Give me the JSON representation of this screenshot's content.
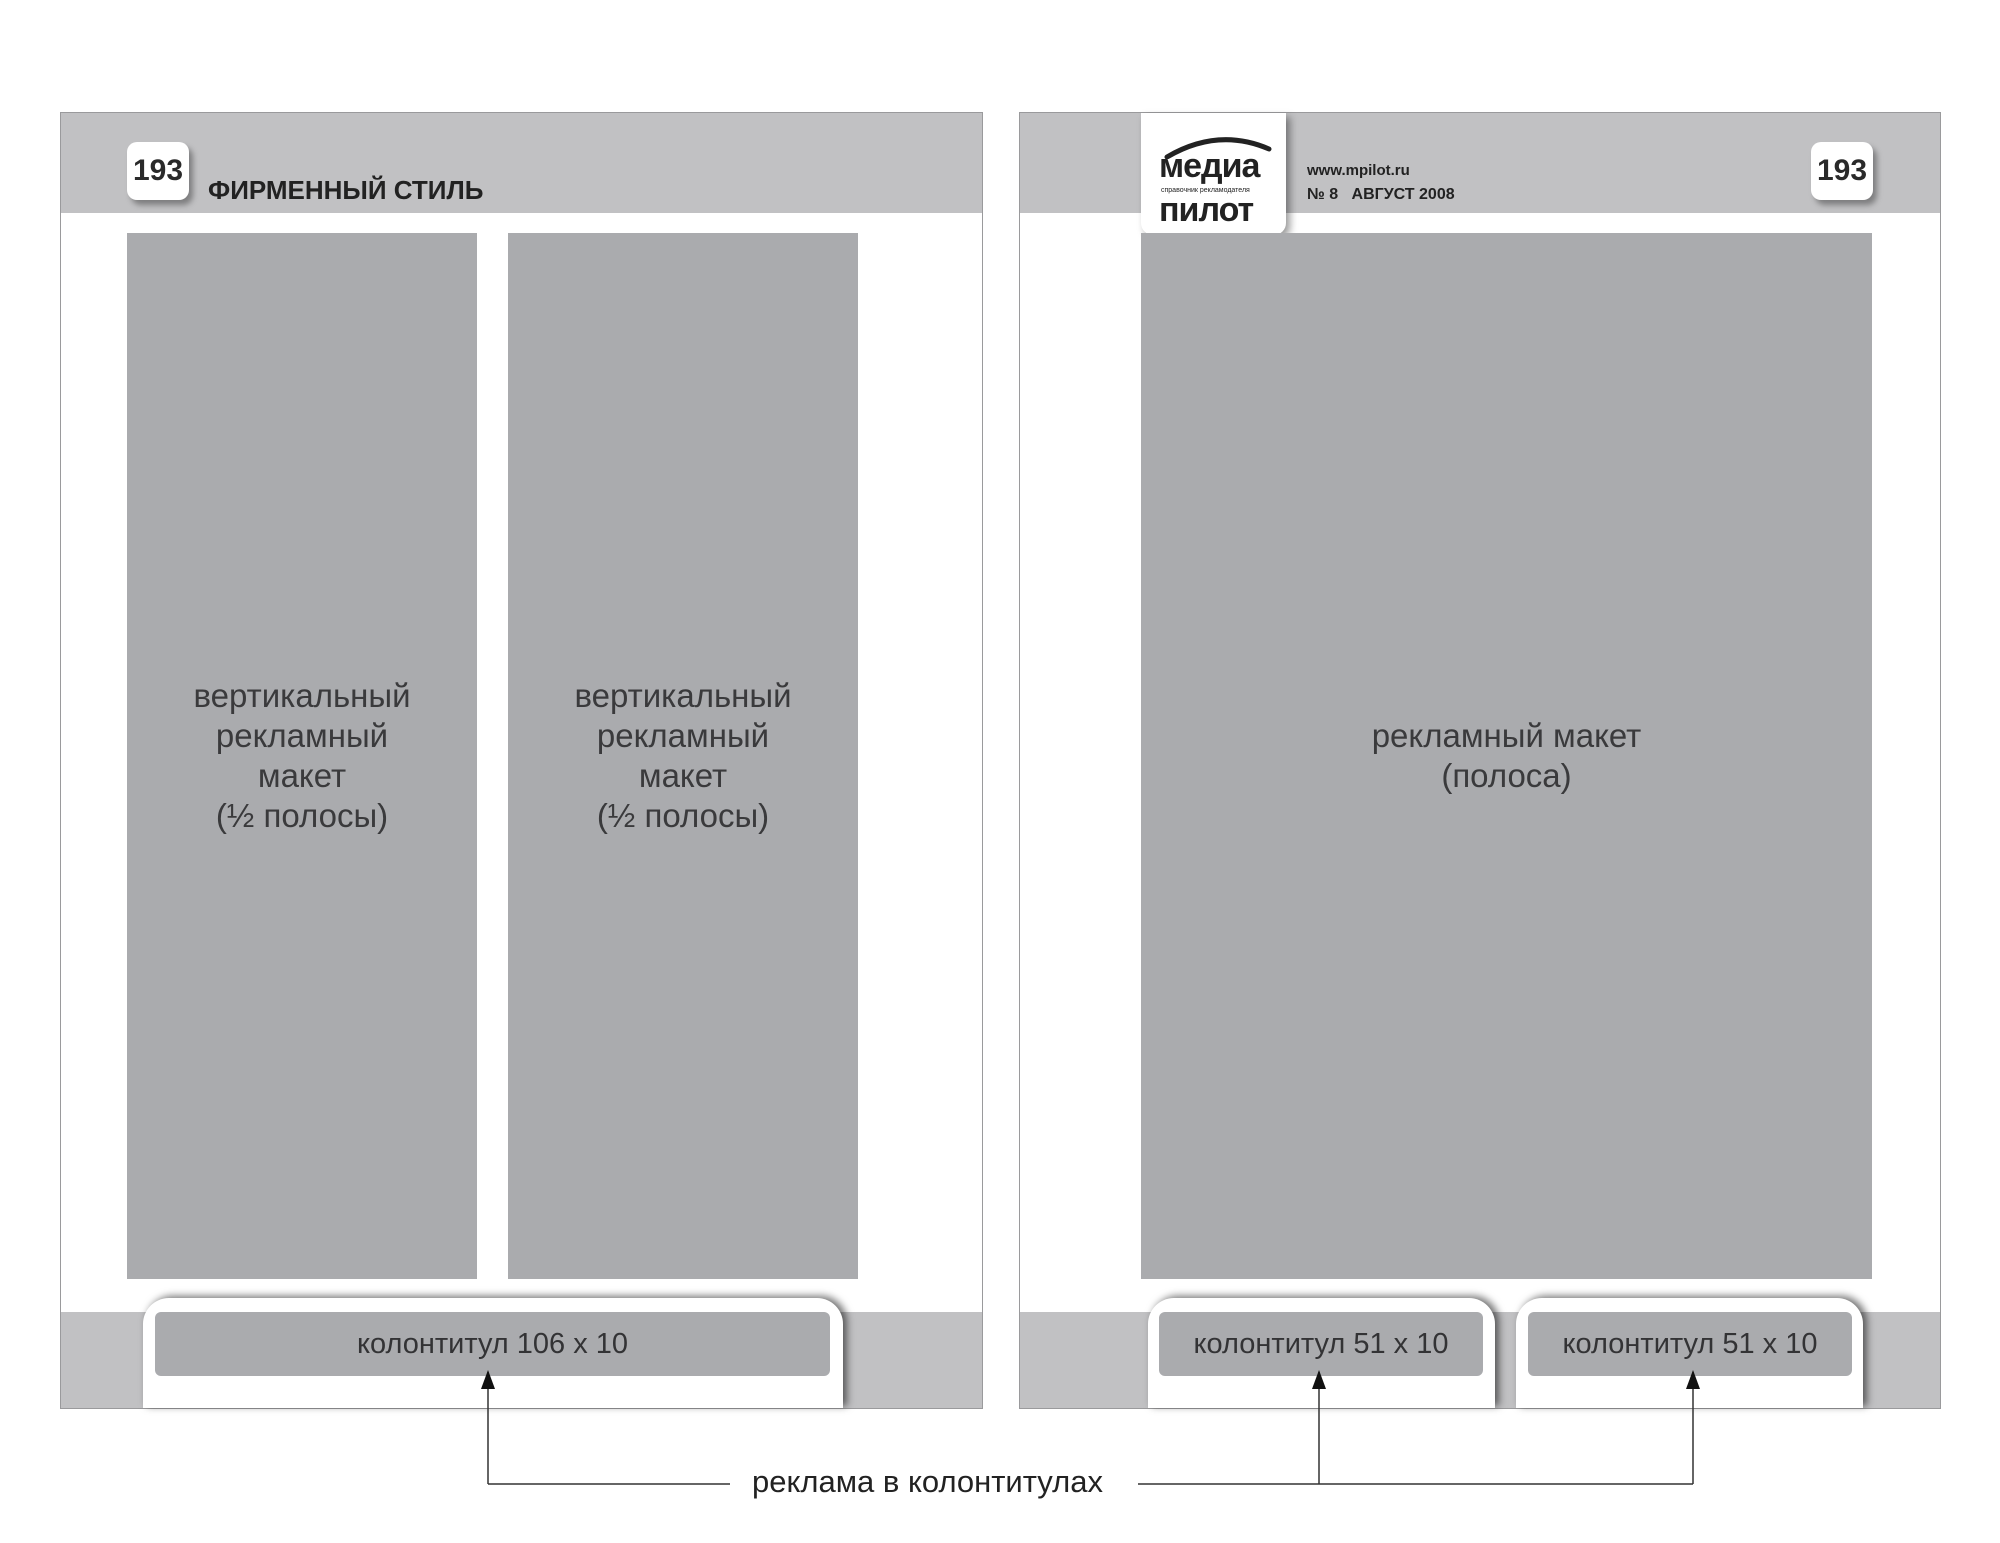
{
  "left_page": {
    "page_number": "193",
    "section_title": "ФИРМЕННЫЙ СТИЛЬ",
    "ad_blocks": [
      {
        "lines": [
          "вертикальный",
          "рекламный",
          "макет",
          "(½ полосы)"
        ]
      },
      {
        "lines": [
          "вертикальный",
          "рекламный",
          "макет",
          "(½ полосы)"
        ]
      }
    ],
    "footer_ads": [
      {
        "label": "колонтитул 106 х 10"
      }
    ]
  },
  "right_page": {
    "page_number": "193",
    "logo": {
      "top": "медиа",
      "tagline": "справочник рекламодателя",
      "bottom": "пилот"
    },
    "site": "www.mpilot.ru",
    "issue": "№ 8   АВГУСТ 2008",
    "ad_block": {
      "lines": [
        "рекламный макет",
        "(полоса)"
      ]
    },
    "footer_ads": [
      {
        "label": "колонтитул 51 х 10"
      },
      {
        "label": "колонтитул 51 х 10"
      }
    ]
  },
  "caption": "реклама в колонтитулах",
  "colors": {
    "band": "#c1c1c3",
    "ad_block": "#aaabae",
    "border": "#9a9a9c",
    "text": "#222222"
  }
}
